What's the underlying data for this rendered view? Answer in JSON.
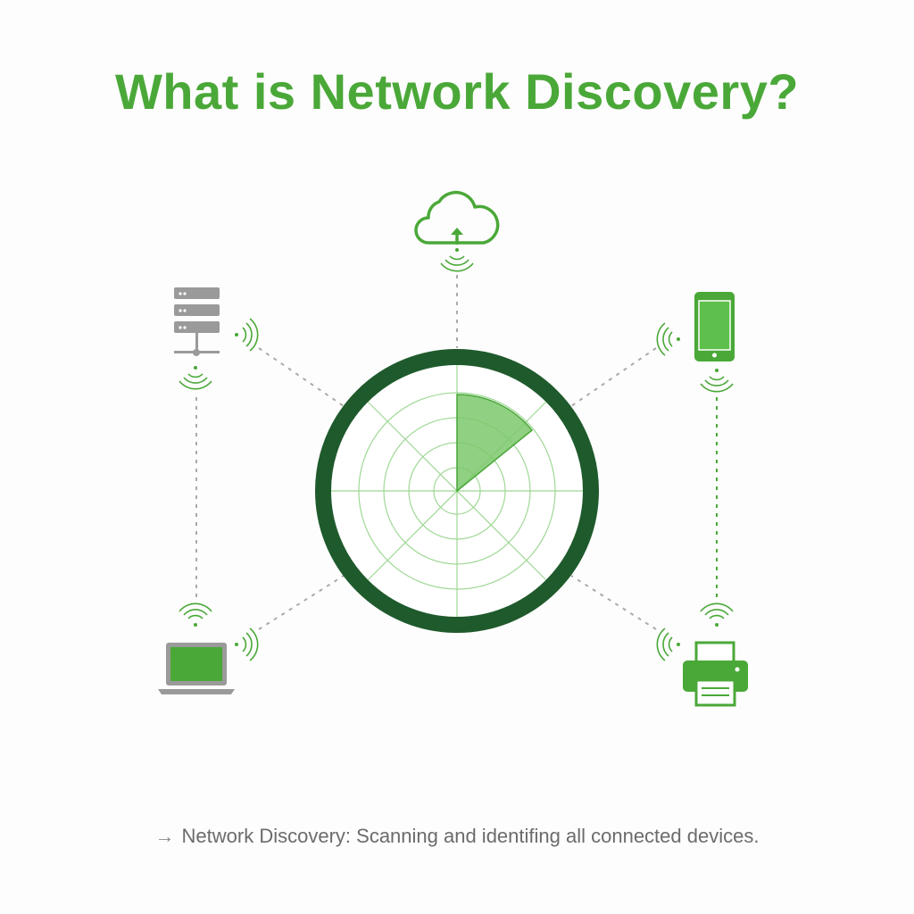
{
  "title": "What is Network Discovery?",
  "caption": {
    "arrow": "→",
    "text": "Network Discovery: Scanning and identifing all connected devices."
  },
  "colors": {
    "accent": "#4aa838",
    "ring": "#1f5a2c",
    "device_gray": "#9a9a9a",
    "text_gray": "#6b6b6b"
  },
  "nodes": [
    {
      "name": "cloud",
      "icon": "cloud-upload-icon"
    },
    {
      "name": "server",
      "icon": "server-icon"
    },
    {
      "name": "smartphone",
      "icon": "smartphone-icon"
    },
    {
      "name": "laptop",
      "icon": "laptop-icon"
    },
    {
      "name": "printer",
      "icon": "printer-icon"
    },
    {
      "name": "radar",
      "icon": "radar-icon"
    }
  ]
}
